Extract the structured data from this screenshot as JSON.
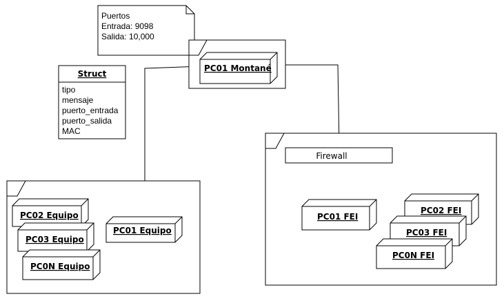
{
  "note": {
    "lines": [
      "Puertos",
      "Entrada: 9098",
      "Salida: 10,000"
    ]
  },
  "struct": {
    "title": "Struct",
    "attributes": [
      "tipo",
      "mensaje",
      "puerto_entrada",
      "puerto_salida",
      "MAC"
    ]
  },
  "nodes": {
    "pc01_montane": "PC01 Montané",
    "pc02_equipo": "PC02 Equipo",
    "pc03_equipo": "PC03 Equipo",
    "pc0n_equipo": "PC0N Equipo",
    "pc01_equipo": "PC01 Equipo",
    "pc01_fei": "PC01 FEI",
    "pc02_fei": "PC02 FEI",
    "pc03_fei": "PC03 FEI",
    "pc0n_fei": "PC0N FEI"
  },
  "firewall": {
    "label": "Firewall"
  }
}
